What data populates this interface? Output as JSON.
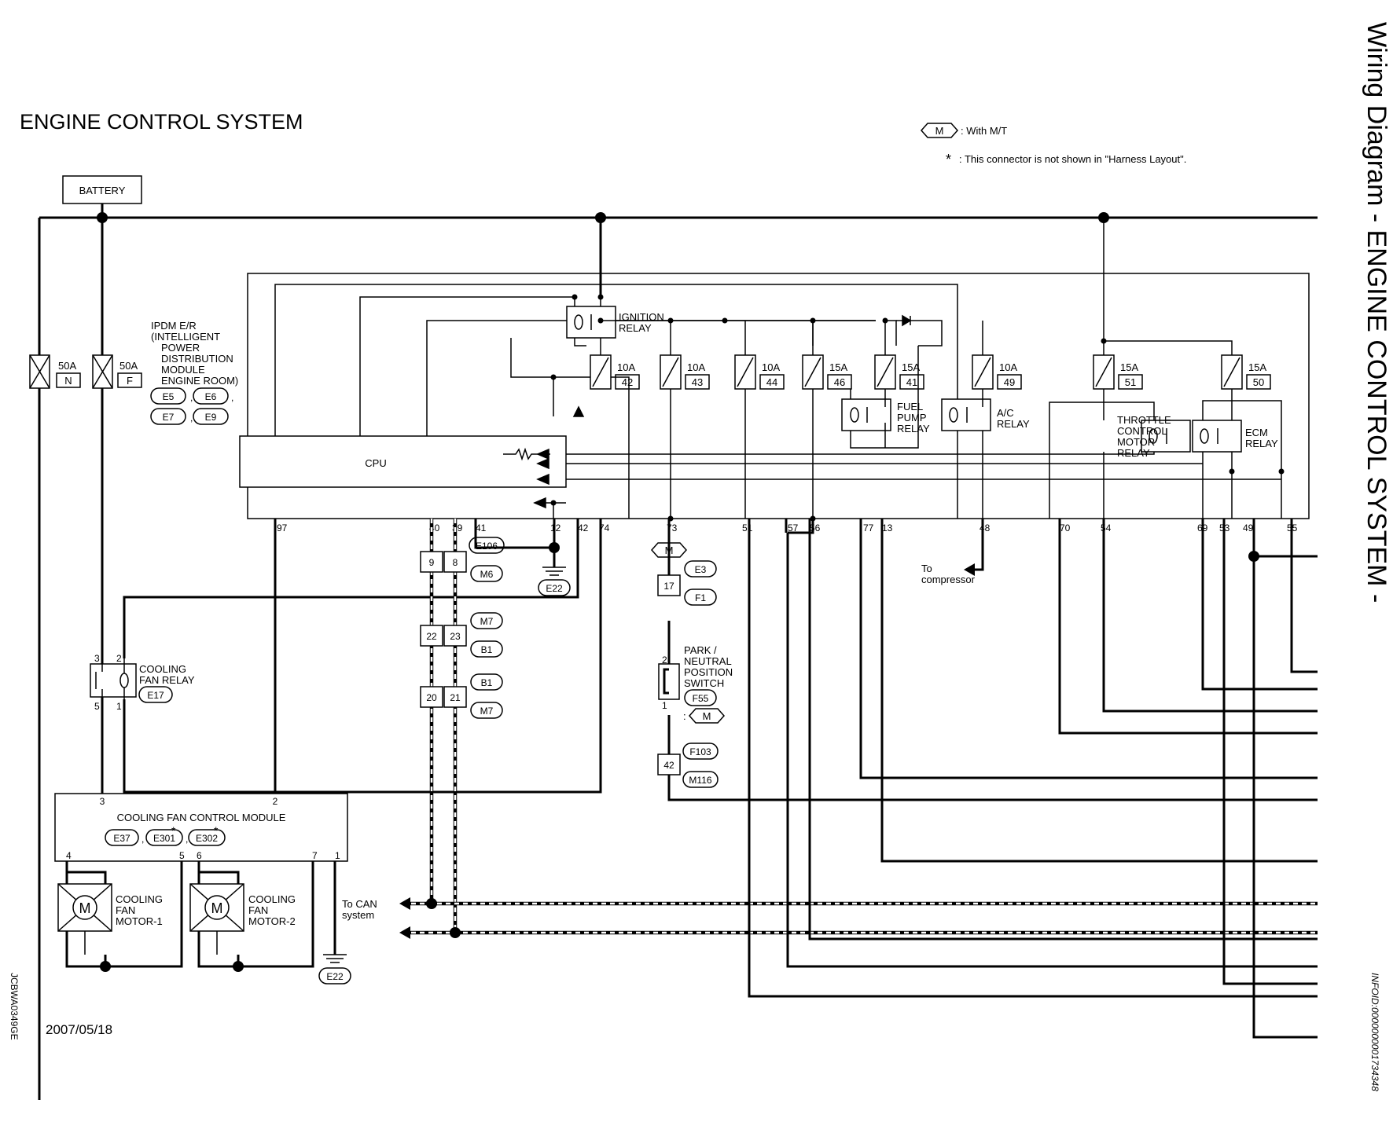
{
  "title": "ENGINE CONTROL SYSTEM",
  "side_title": "Wiring Diagram - ENGINE CONTROL SYSTEM -",
  "date": "2007/05/18",
  "image_code": "JCBWA0349GE",
  "info_id": "INFOID:0000000001734348",
  "legend": {
    "mt_symbol": "M",
    "mt_text": ": With M/T",
    "star_symbol": "*",
    "star_text": ": This connector is not shown in \"Harness Layout\"."
  },
  "battery": "BATTERY",
  "ipdm": {
    "lines": [
      "IPDM E/R",
      "(INTELLIGENT",
      "POWER",
      "DISTRIBUTION",
      "MODULE",
      "ENGINE ROOM)"
    ],
    "connectors": [
      "E5",
      "E6",
      "E7",
      "E9"
    ],
    "cpu": "CPU"
  },
  "fusible_links": [
    {
      "amp": "50A",
      "id": "N"
    },
    {
      "amp": "50A",
      "id": "F"
    }
  ],
  "fuses": [
    {
      "amp": "10A",
      "id": "42"
    },
    {
      "amp": "10A",
      "id": "43"
    },
    {
      "amp": "10A",
      "id": "44"
    },
    {
      "amp": "15A",
      "id": "46"
    },
    {
      "amp": "15A",
      "id": "41"
    },
    {
      "amp": "10A",
      "id": "49"
    },
    {
      "amp": "15A",
      "id": "51"
    },
    {
      "amp": "15A",
      "id": "50"
    }
  ],
  "relays": {
    "ignition": [
      "IGNITION",
      "RELAY"
    ],
    "fuel_pump": [
      "FUEL",
      "PUMP",
      "RELAY"
    ],
    "ac": [
      "A/C",
      "RELAY"
    ],
    "throttle": [
      "THROTTLE",
      "CONTROL",
      "MOTOR",
      "RELAY"
    ],
    "ecm": [
      "ECM",
      "RELAY"
    ]
  },
  "ipdm_pins": [
    "97",
    "40",
    "39",
    "41",
    "12",
    "42",
    "74",
    "73",
    "51",
    "57",
    "56",
    "77",
    "13",
    "48",
    "70",
    "54",
    "69",
    "53",
    "49",
    "55"
  ],
  "connectors": {
    "e106": "E106",
    "m6": "M6",
    "m7a": "M7",
    "b1a": "B1",
    "b1b": "B1",
    "m7b": "M7",
    "e3": "E3",
    "f1": "F1",
    "f103": "F103",
    "m116": "M116",
    "e22a": "E22",
    "e22b": "E22"
  },
  "connector_pins": {
    "p9": "9",
    "p8": "8",
    "p22": "22",
    "p23": "23",
    "p20": "20",
    "p21": "21",
    "p17": "17",
    "p42": "42"
  },
  "to_compressor": [
    "To",
    "compressor"
  ],
  "cooling_fan_relay": {
    "lines": [
      "COOLING",
      "FAN RELAY"
    ],
    "conn": "E17",
    "pins": [
      "3",
      "2",
      "5",
      "1"
    ]
  },
  "park_switch": {
    "lines": [
      "PARK /",
      "NEUTRAL",
      "POSITION",
      "SWITCH"
    ],
    "conn": "F55",
    "pins": [
      "2",
      "1"
    ],
    "mt_symbol": "M"
  },
  "cfcm": {
    "label": "COOLING FAN CONTROL MODULE",
    "connectors": [
      "E37",
      "E301",
      "E302"
    ],
    "pins": [
      "3",
      "2",
      "4",
      "5",
      "6",
      "7",
      "1"
    ]
  },
  "motors": [
    {
      "lines": [
        "COOLING",
        "FAN",
        "MOTOR-1"
      ]
    },
    {
      "lines": [
        "COOLING",
        "FAN",
        "MOTOR-2"
      ]
    }
  ],
  "motor_symbol": "M",
  "to_can": [
    "To CAN",
    "system"
  ],
  "star": "*"
}
